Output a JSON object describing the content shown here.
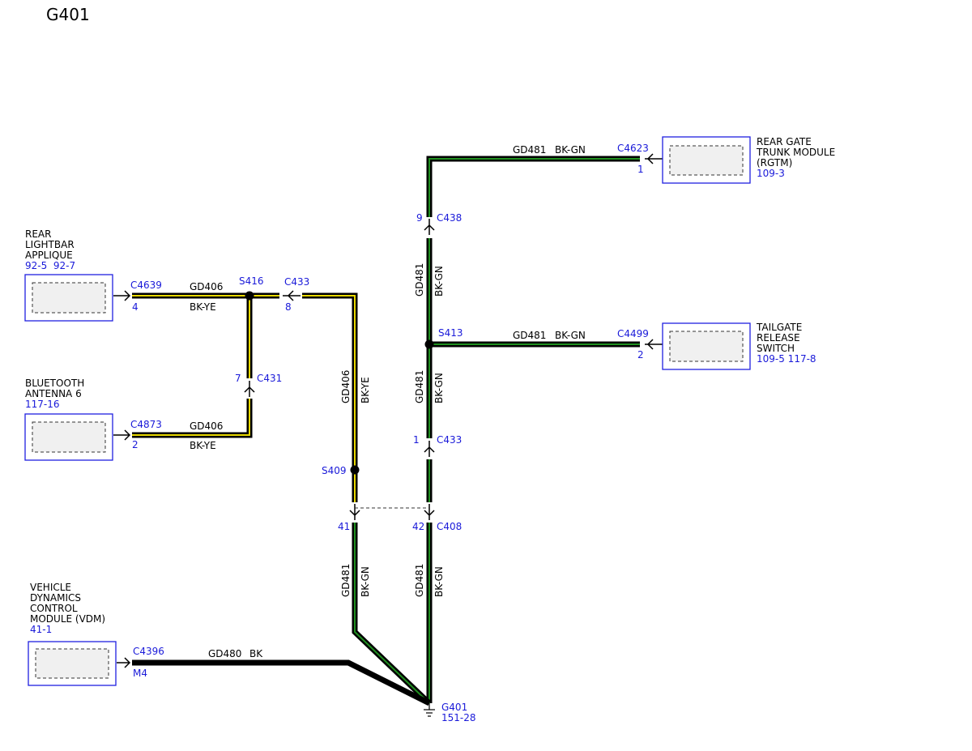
{
  "title": "G401",
  "colors": {
    "wire_black": "#000000",
    "stripe_yellow": "#e8d800",
    "stripe_green": "#1f8f1f",
    "ref_blue": "#1a1ad9"
  },
  "components": {
    "rgtm": {
      "lines": [
        "REAR GATE",
        "TRUNK MODULE",
        "(RGTM)"
      ],
      "ref": "109-3"
    },
    "rla": {
      "lines": [
        "REAR",
        "LIGHTBAR",
        "APPLIQUE"
      ],
      "ref": "92-5  92-7"
    },
    "bt": {
      "lines": [
        "BLUETOOTH",
        "ANTENNA 6"
      ],
      "ref": "117-16"
    },
    "trs": {
      "lines": [
        "TAILGATE",
        "RELEASE",
        "SWITCH"
      ],
      "ref": "109-5 117-8"
    },
    "vdm": {
      "lines": [
        "VEHICLE",
        "DYNAMICS",
        "CONTROL",
        "MODULE (VDM)"
      ],
      "ref": "41-1"
    }
  },
  "connectors": {
    "c4623": {
      "name": "C4623",
      "pin": "1"
    },
    "c4639": {
      "name": "C4639",
      "pin": "4"
    },
    "c4873": {
      "name": "C4873",
      "pin": "2"
    },
    "c4499": {
      "name": "C4499",
      "pin": "2"
    },
    "c4396": {
      "name": "C4396",
      "pin": "M4"
    },
    "c438": {
      "name": "C438",
      "pin": "9"
    },
    "c433_left": {
      "name": "C433",
      "pin": "8"
    },
    "c433_right": {
      "name": "C433",
      "pin": "1"
    },
    "c431": {
      "name": "C431",
      "pin": "7"
    },
    "c408": {
      "name": "C408",
      "pin_left": "41",
      "pin_right": "42"
    }
  },
  "splices": {
    "s416": "S416",
    "s413": "S413",
    "s409": "S409"
  },
  "ground": {
    "name": "G401",
    "ref": "151-28"
  },
  "wires": {
    "gd481": "GD481",
    "bkgn": "BK-GN",
    "gd406": "GD406",
    "bkye": "BK-YE",
    "gd480": "GD480",
    "bk": "BK"
  }
}
